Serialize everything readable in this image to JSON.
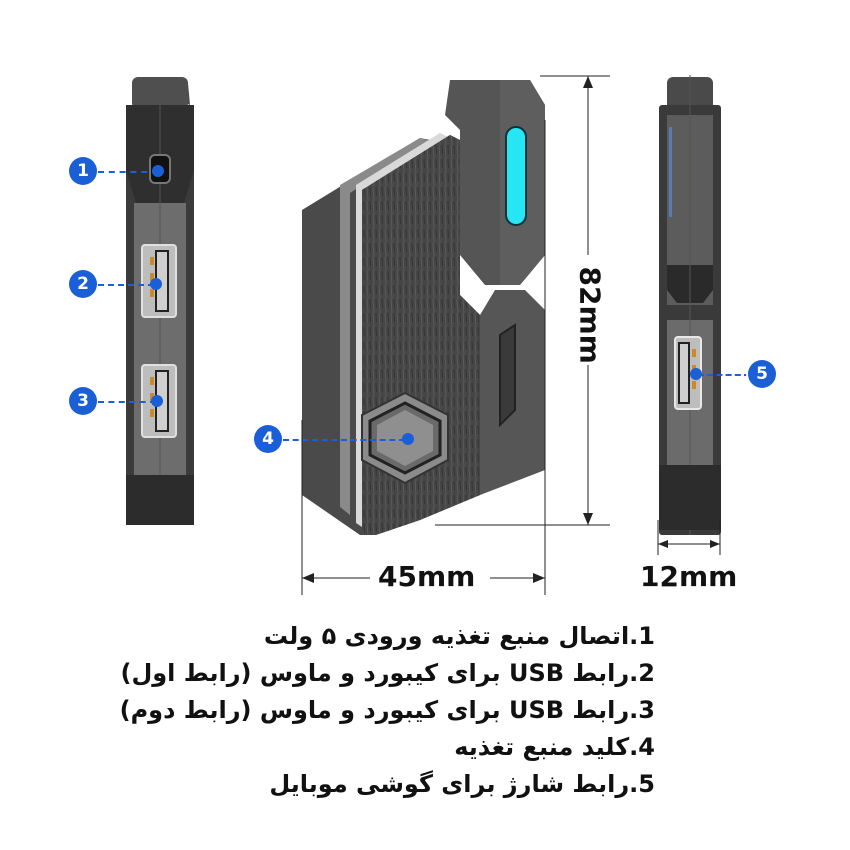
{
  "dimensions": {
    "height": "82mm",
    "width": "45mm",
    "depth": "12mm"
  },
  "callouts": [
    {
      "number": "1"
    },
    {
      "number": "2"
    },
    {
      "number": "3"
    },
    {
      "number": "4"
    },
    {
      "number": "5"
    }
  ],
  "legend": [
    {
      "number": "1.",
      "text": "اتصال منبع تغذیه ورودی ۵ ولت"
    },
    {
      "number": "2.",
      "text": "رابط USB برای کیبورد و ماوس (رابط اول)"
    },
    {
      "number": "3.",
      "text": "رابط USB برای کیبورد و ماوس (رابط دوم)"
    },
    {
      "number": "4.",
      "text": "کلید منبع تغذیه"
    },
    {
      "number": "5.",
      "text": "رابط شارژ برای گوشی موبایل"
    }
  ],
  "colors": {
    "callout_blue": "#1a5fd6",
    "led_cyan": "#25e6f2",
    "body_dark": "#3a3a3a",
    "body_mid": "#6b6b6b"
  }
}
